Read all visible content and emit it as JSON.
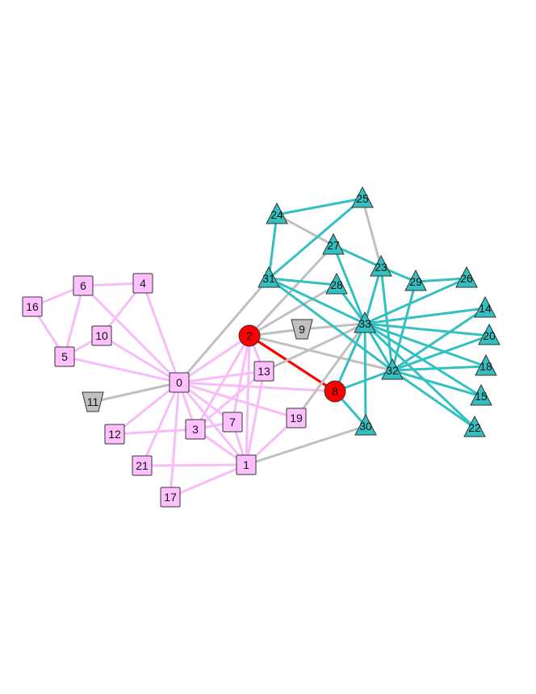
{
  "colors": {
    "pink_fill": "#ffc0ff",
    "pink_edge": "#f8bdf8",
    "teal_fill": "#33c0c0",
    "teal_edge": "#33c0c0",
    "gray_fill": "#c0c0c0",
    "gray_edge": "#c0c0c0",
    "red_fill": "#ff0000",
    "red_edge": "#ff0000",
    "outline": "#333333"
  },
  "nodes": [
    {
      "id": "0",
      "label": "0",
      "shape": "square",
      "group": "pink"
    },
    {
      "id": "1",
      "label": "1",
      "shape": "square",
      "group": "pink"
    },
    {
      "id": "2",
      "label": "2",
      "shape": "circle",
      "group": "red"
    },
    {
      "id": "3",
      "label": "3",
      "shape": "square",
      "group": "pink"
    },
    {
      "id": "4",
      "label": "4",
      "shape": "square",
      "group": "pink"
    },
    {
      "id": "5",
      "label": "5",
      "shape": "square",
      "group": "pink"
    },
    {
      "id": "6",
      "label": "6",
      "shape": "square",
      "group": "pink"
    },
    {
      "id": "7",
      "label": "7",
      "shape": "square",
      "group": "pink"
    },
    {
      "id": "8",
      "label": "8",
      "shape": "circle",
      "group": "red"
    },
    {
      "id": "9",
      "label": "9",
      "shape": "trapezoid",
      "group": "gray"
    },
    {
      "id": "10",
      "label": "10",
      "shape": "square",
      "group": "pink"
    },
    {
      "id": "11",
      "label": "11",
      "shape": "trapezoid",
      "group": "gray"
    },
    {
      "id": "12",
      "label": "12",
      "shape": "square",
      "group": "pink"
    },
    {
      "id": "13",
      "label": "13",
      "shape": "square",
      "group": "pink"
    },
    {
      "id": "14",
      "label": "14",
      "shape": "triangle",
      "group": "teal"
    },
    {
      "id": "15",
      "label": "15",
      "shape": "triangle",
      "group": "teal"
    },
    {
      "id": "16",
      "label": "16",
      "shape": "square",
      "group": "pink"
    },
    {
      "id": "17",
      "label": "17",
      "shape": "square",
      "group": "pink"
    },
    {
      "id": "18",
      "label": "18",
      "shape": "triangle",
      "group": "teal"
    },
    {
      "id": "19",
      "label": "19",
      "shape": "square",
      "group": "pink"
    },
    {
      "id": "20",
      "label": "20",
      "shape": "triangle",
      "group": "teal"
    },
    {
      "id": "21",
      "label": "21",
      "shape": "square",
      "group": "pink"
    },
    {
      "id": "22",
      "label": "22",
      "shape": "triangle",
      "group": "teal"
    },
    {
      "id": "23",
      "label": "23",
      "shape": "triangle",
      "group": "teal"
    },
    {
      "id": "24",
      "label": "24",
      "shape": "triangle",
      "group": "teal"
    },
    {
      "id": "25",
      "label": "25",
      "shape": "triangle",
      "group": "teal"
    },
    {
      "id": "26",
      "label": "26",
      "shape": "triangle",
      "group": "teal"
    },
    {
      "id": "27",
      "label": "27",
      "shape": "triangle",
      "group": "teal"
    },
    {
      "id": "28",
      "label": "28",
      "shape": "triangle",
      "group": "teal"
    },
    {
      "id": "29",
      "label": "29",
      "shape": "triangle",
      "group": "teal"
    },
    {
      "id": "30",
      "label": "30",
      "shape": "triangle",
      "group": "teal"
    },
    {
      "id": "31",
      "label": "31",
      "shape": "triangle",
      "group": "teal"
    },
    {
      "id": "32",
      "label": "32",
      "shape": "triangle",
      "group": "teal"
    },
    {
      "id": "33",
      "label": "33",
      "shape": "triangle",
      "group": "teal"
    }
  ],
  "edges": [
    {
      "from": "0",
      "to": "4",
      "group": "pink"
    },
    {
      "from": "0",
      "to": "5",
      "group": "pink"
    },
    {
      "from": "0",
      "to": "6",
      "group": "pink"
    },
    {
      "from": "0",
      "to": "10",
      "group": "pink"
    },
    {
      "from": "0",
      "to": "12",
      "group": "pink"
    },
    {
      "from": "0",
      "to": "17",
      "group": "pink"
    },
    {
      "from": "0",
      "to": "21",
      "group": "pink"
    },
    {
      "from": "0",
      "to": "1",
      "group": "pink"
    },
    {
      "from": "0",
      "to": "3",
      "group": "pink"
    },
    {
      "from": "0",
      "to": "7",
      "group": "pink"
    },
    {
      "from": "0",
      "to": "13",
      "group": "pink"
    },
    {
      "from": "0",
      "to": "19",
      "group": "pink"
    },
    {
      "from": "0",
      "to": "2",
      "group": "pink"
    },
    {
      "from": "0",
      "to": "8",
      "group": "pink"
    },
    {
      "from": "0",
      "to": "11",
      "group": "gray"
    },
    {
      "from": "0",
      "to": "31",
      "group": "gray"
    },
    {
      "from": "4",
      "to": "6",
      "group": "pink"
    },
    {
      "from": "4",
      "to": "10",
      "group": "pink"
    },
    {
      "from": "5",
      "to": "6",
      "group": "pink"
    },
    {
      "from": "5",
      "to": "16",
      "group": "pink"
    },
    {
      "from": "5",
      "to": "10",
      "group": "pink"
    },
    {
      "from": "6",
      "to": "16",
      "group": "pink"
    },
    {
      "from": "1",
      "to": "3",
      "group": "pink"
    },
    {
      "from": "1",
      "to": "7",
      "group": "pink"
    },
    {
      "from": "1",
      "to": "13",
      "group": "pink"
    },
    {
      "from": "1",
      "to": "17",
      "group": "pink"
    },
    {
      "from": "1",
      "to": "19",
      "group": "pink"
    },
    {
      "from": "1",
      "to": "21",
      "group": "pink"
    },
    {
      "from": "1",
      "to": "2",
      "group": "pink"
    },
    {
      "from": "1",
      "to": "30",
      "group": "gray"
    },
    {
      "from": "3",
      "to": "12",
      "group": "pink"
    },
    {
      "from": "3",
      "to": "13",
      "group": "pink"
    },
    {
      "from": "3",
      "to": "2",
      "group": "pink"
    },
    {
      "from": "3",
      "to": "7",
      "group": "pink"
    },
    {
      "from": "7",
      "to": "2",
      "group": "pink"
    },
    {
      "from": "2",
      "to": "13",
      "group": "pink"
    },
    {
      "from": "2",
      "to": "8",
      "group": "red"
    },
    {
      "from": "2",
      "to": "9",
      "group": "gray"
    },
    {
      "from": "2",
      "to": "27",
      "group": "gray"
    },
    {
      "from": "2",
      "to": "28",
      "group": "gray"
    },
    {
      "from": "2",
      "to": "32",
      "group": "gray"
    },
    {
      "from": "9",
      "to": "33",
      "group": "gray"
    },
    {
      "from": "13",
      "to": "33",
      "group": "gray"
    },
    {
      "from": "19",
      "to": "33",
      "group": "gray"
    },
    {
      "from": "24",
      "to": "27",
      "group": "gray"
    },
    {
      "from": "25",
      "to": "23",
      "group": "gray"
    },
    {
      "from": "24",
      "to": "25",
      "group": "teal"
    },
    {
      "from": "24",
      "to": "31",
      "group": "teal"
    },
    {
      "from": "25",
      "to": "31",
      "group": "teal"
    },
    {
      "from": "31",
      "to": "28",
      "group": "teal"
    },
    {
      "from": "31",
      "to": "32",
      "group": "teal"
    },
    {
      "from": "31",
      "to": "33",
      "group": "teal"
    },
    {
      "from": "27",
      "to": "23",
      "group": "teal"
    },
    {
      "from": "27",
      "to": "33",
      "group": "teal"
    },
    {
      "from": "28",
      "to": "33",
      "group": "teal"
    },
    {
      "from": "23",
      "to": "29",
      "group": "teal"
    },
    {
      "from": "23",
      "to": "32",
      "group": "teal"
    },
    {
      "from": "23",
      "to": "33",
      "group": "teal"
    },
    {
      "from": "29",
      "to": "26",
      "group": "teal"
    },
    {
      "from": "29",
      "to": "32",
      "group": "teal"
    },
    {
      "from": "26",
      "to": "33",
      "group": "teal"
    },
    {
      "from": "33",
      "to": "14",
      "group": "teal"
    },
    {
      "from": "33",
      "to": "15",
      "group": "teal"
    },
    {
      "from": "33",
      "to": "18",
      "group": "teal"
    },
    {
      "from": "33",
      "to": "20",
      "group": "teal"
    },
    {
      "from": "33",
      "to": "22",
      "group": "teal"
    },
    {
      "from": "33",
      "to": "30",
      "group": "teal"
    },
    {
      "from": "33",
      "to": "32",
      "group": "teal"
    },
    {
      "from": "33",
      "to": "8",
      "group": "teal"
    },
    {
      "from": "32",
      "to": "14",
      "group": "teal"
    },
    {
      "from": "32",
      "to": "15",
      "group": "teal"
    },
    {
      "from": "32",
      "to": "18",
      "group": "teal"
    },
    {
      "from": "32",
      "to": "20",
      "group": "teal"
    },
    {
      "from": "32",
      "to": "22",
      "group": "teal"
    },
    {
      "from": "32",
      "to": "8",
      "group": "teal"
    },
    {
      "from": "8",
      "to": "30",
      "group": "teal"
    }
  ]
}
